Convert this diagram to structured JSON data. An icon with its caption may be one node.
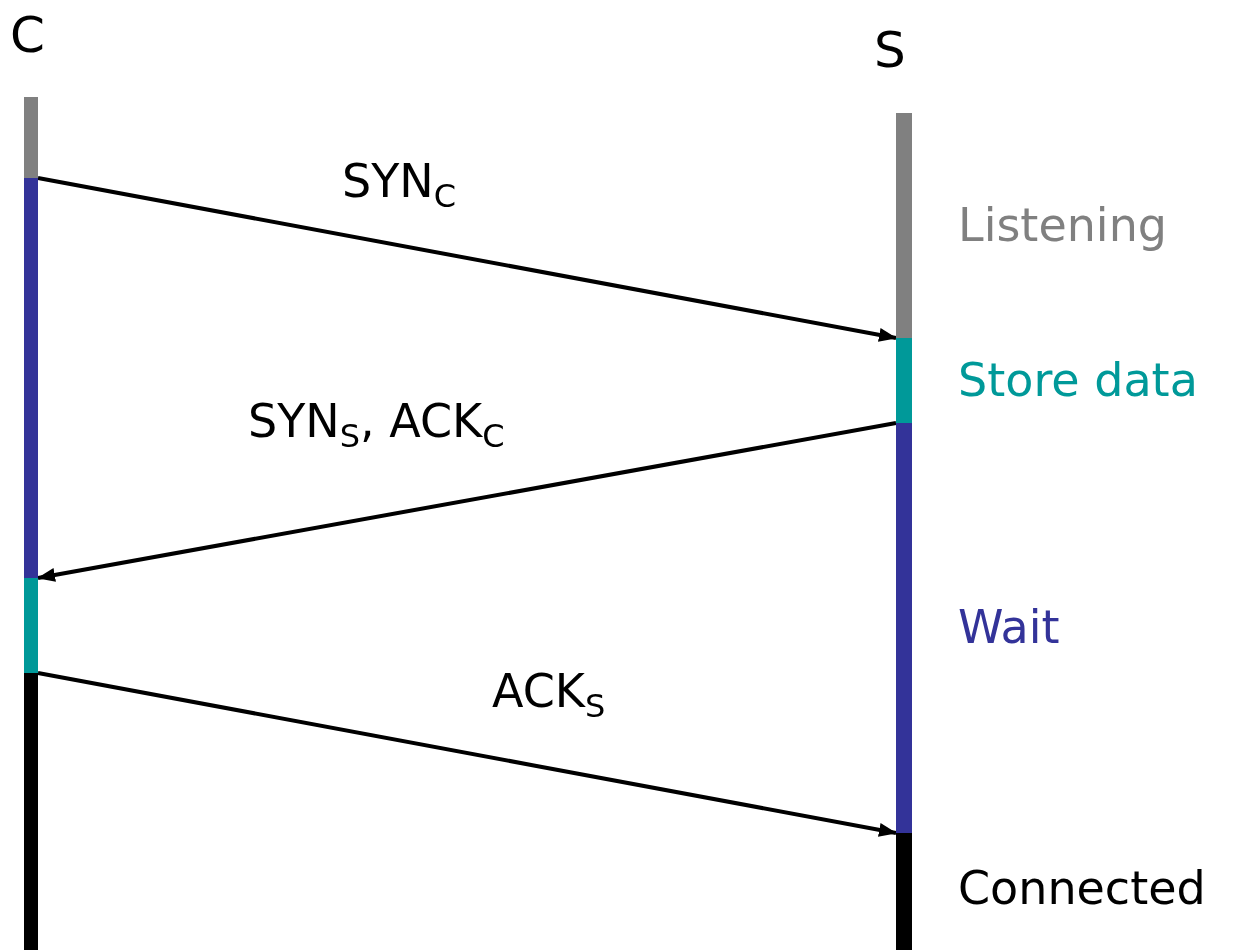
{
  "diagram": {
    "nodes": [
      {
        "text": [
          "C"
        ]
      },
      {
        "text": [],
        "shape": "bar",
        "in": 0
      },
      {
        "text": [],
        "shape": "bar",
        "in": 0
      },
      {
        "text": [],
        "shape": "bar",
        "in": 0
      },
      {
        "text": [],
        "shape": "bar",
        "in": 0
      },
      {
        "text": [
          "S"
        ]
      },
      {
        "text": [],
        "shape": "bar",
        "in": 5,
        "beside": [
          "Listening"
        ]
      },
      {
        "text": [],
        "shape": "bar",
        "in": 5,
        "beside": [
          "Store data"
        ]
      },
      {
        "text": [],
        "shape": "bar",
        "in": 5,
        "beside": [
          "Wait"
        ]
      },
      {
        "text": [],
        "shape": "bar",
        "in": 5,
        "beside": [
          "Connected"
        ]
      }
    ],
    "edges": [
      {
        "from": 2,
        "to": 7,
        "arrow": "to",
        "label": "SYN$_{C}$"
      },
      {
        "from": 8,
        "to": 3,
        "arrow": "to",
        "label": "SYN$_{S}$, ACK$_{C}$"
      },
      {
        "from": 4,
        "to": 9,
        "arrow": "to",
        "label": "ACK$_{S}$"
      }
    ]
  }
}
